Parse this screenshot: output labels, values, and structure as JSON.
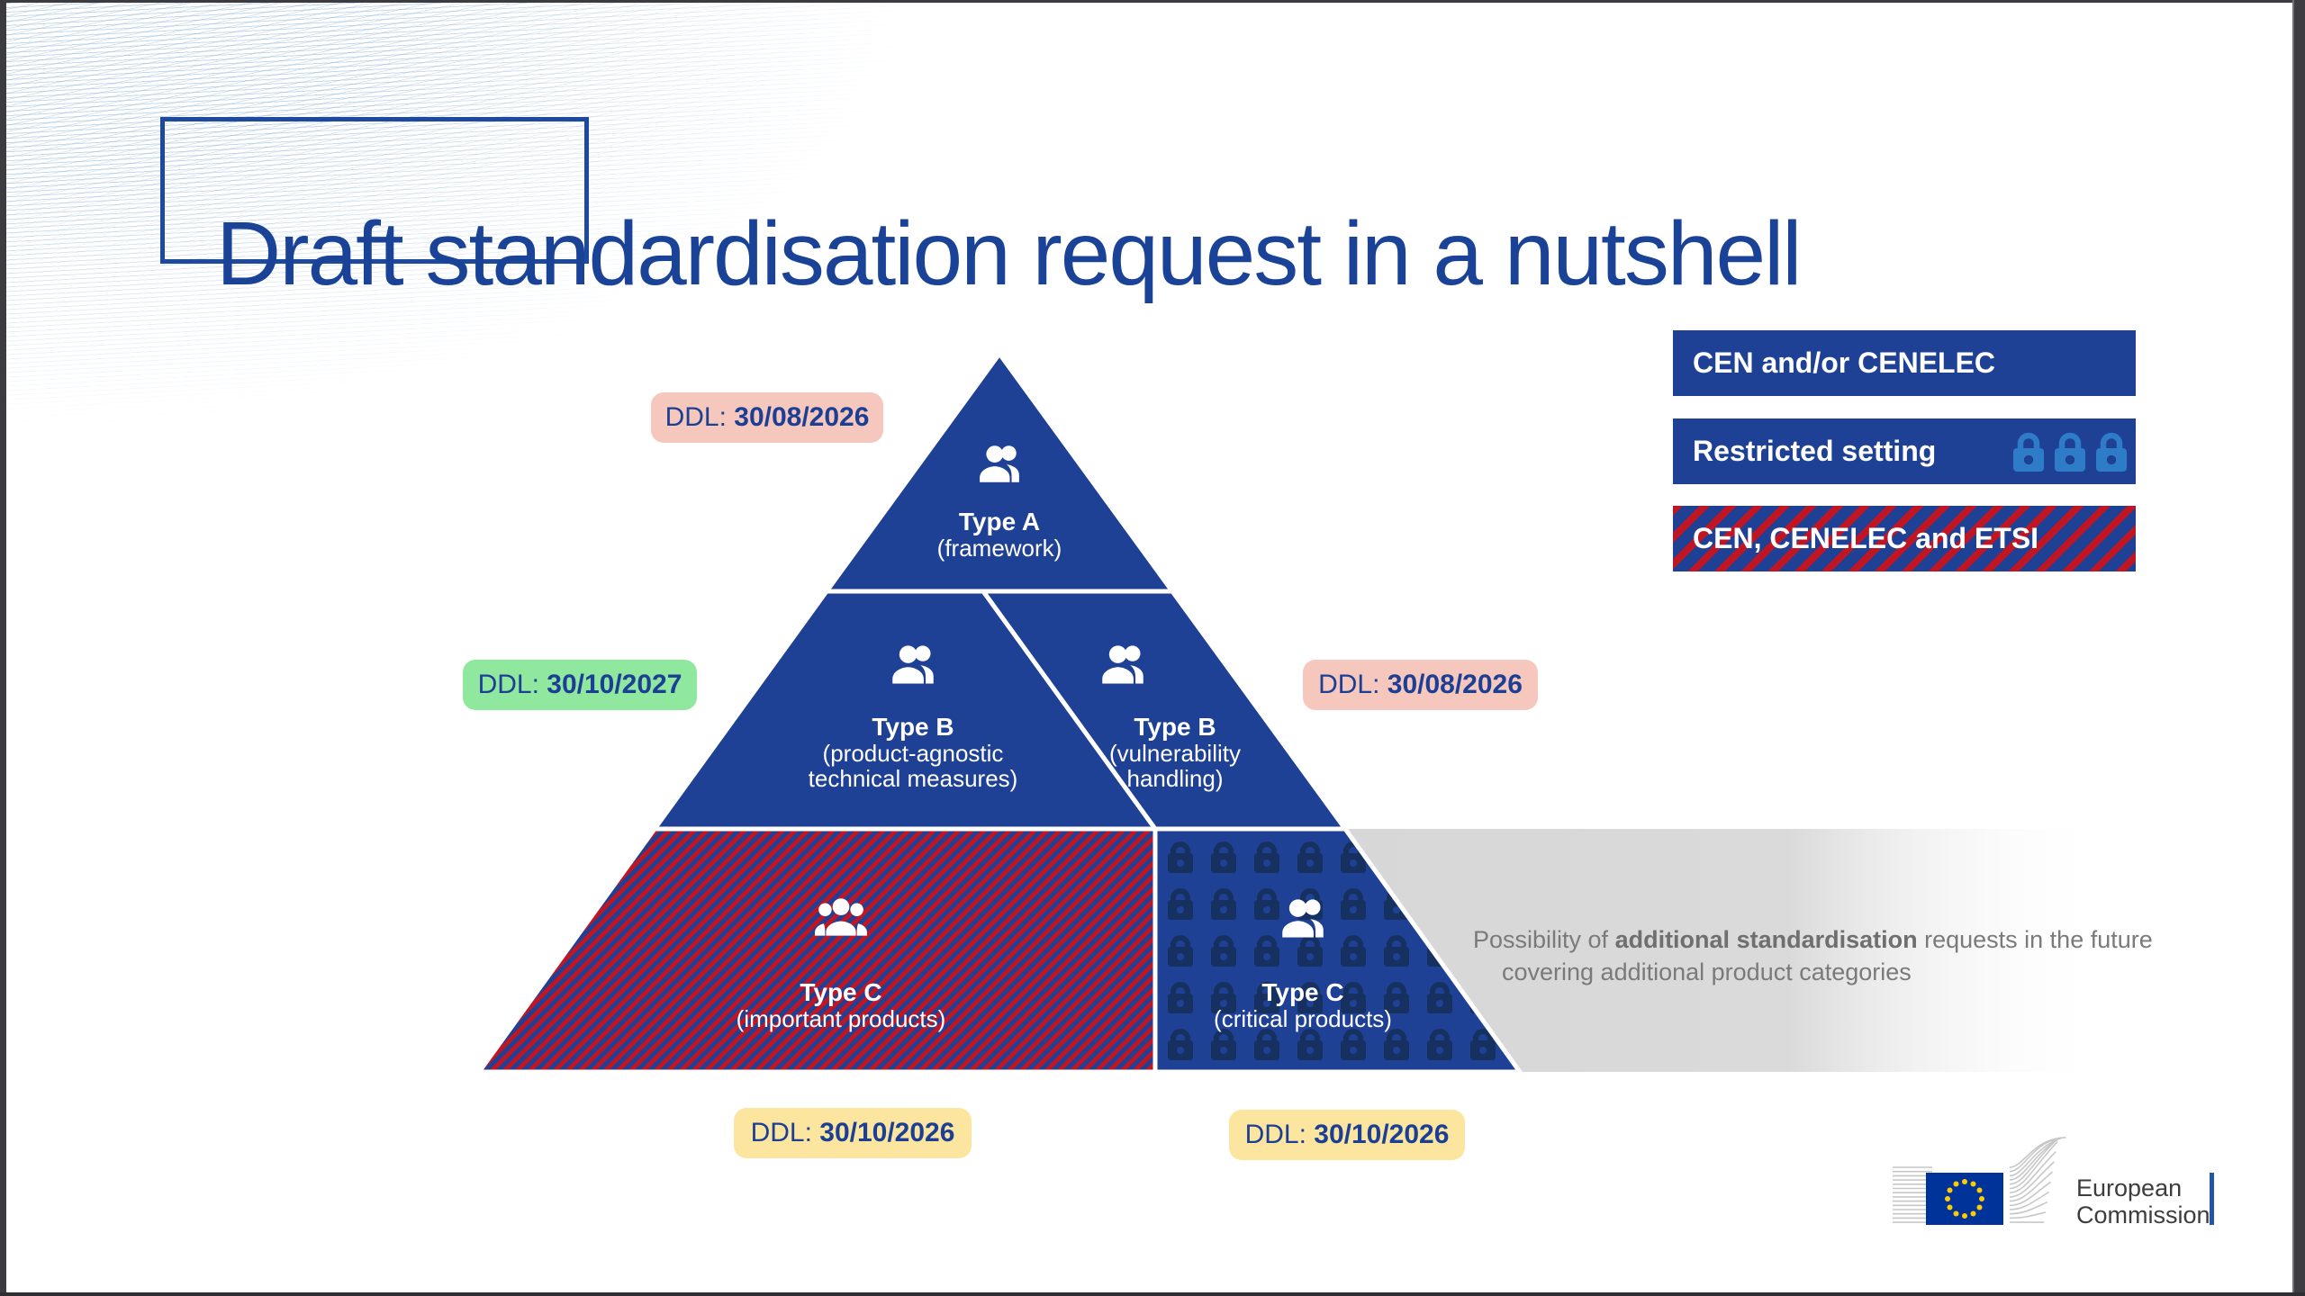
{
  "slide": {
    "title": "Draft standardisation request in a nutshell"
  },
  "legend": {
    "items": [
      {
        "label": "CEN and/or CENELEC",
        "style": "solid-blue"
      },
      {
        "label": "Restricted setting",
        "style": "solid-blue-with-locks"
      },
      {
        "label": "CEN, CENELEC and ETSI",
        "style": "red-blue-hatched"
      }
    ]
  },
  "pyramid": {
    "sections": [
      {
        "key": "type-a",
        "title": "Type A",
        "sub1": "(framework)",
        "sub2": ""
      },
      {
        "key": "type-b-left",
        "title": "Type B",
        "sub1": "(product-agnostic",
        "sub2": "technical measures)"
      },
      {
        "key": "type-b-right",
        "title": "Type B",
        "sub1": "(vulnerability",
        "sub2": "handling)"
      },
      {
        "key": "type-c-left",
        "title": "Type C",
        "sub1": "(important products)",
        "sub2": ""
      },
      {
        "key": "type-c-right",
        "title": "Type C",
        "sub1": "(critical products)",
        "sub2": ""
      }
    ]
  },
  "deadlines": [
    {
      "position": "top-left",
      "prefix": "DDL: ",
      "date": "30/08/2026",
      "color": "pink"
    },
    {
      "position": "middle-left",
      "prefix": "DDL: ",
      "date": "30/10/2027",
      "color": "green"
    },
    {
      "position": "middle-right",
      "prefix": "DDL: ",
      "date": "30/08/2026",
      "color": "pink"
    },
    {
      "position": "bottom-left",
      "prefix": "DDL: ",
      "date": "30/10/2026",
      "color": "yellow"
    },
    {
      "position": "bottom-right",
      "prefix": "DDL: ",
      "date": "30/10/2026",
      "color": "yellow"
    }
  ],
  "note": {
    "line1_pre": "Possibility of ",
    "line1_bold": "additional standardisation",
    "line1_post": " requests in the future",
    "line2": "covering additional product categories"
  },
  "footer": {
    "org_line1": "European",
    "org_line2": "Commission"
  },
  "icons": {
    "two_person_group": "people-pair-icon",
    "three_person_group": "people-group-icon",
    "padlock": "padlock-icon",
    "eu_flag": "eu-flag"
  },
  "colors": {
    "brand_blue": "#1e4095",
    "title_blue": "#1a4296",
    "hatch_red": "#c01522",
    "lock_navy": "#16305f",
    "lock_light_blue": "#2e7bc8",
    "pill_pink": "#f6c7bc",
    "pill_green": "#90e89e",
    "pill_yellow": "#fce59f",
    "grey_band": "#d8d8d8",
    "note_grey": "#7a7a7a",
    "eu_flag_blue": "#003399",
    "eu_star_yellow": "#ffcc00"
  }
}
